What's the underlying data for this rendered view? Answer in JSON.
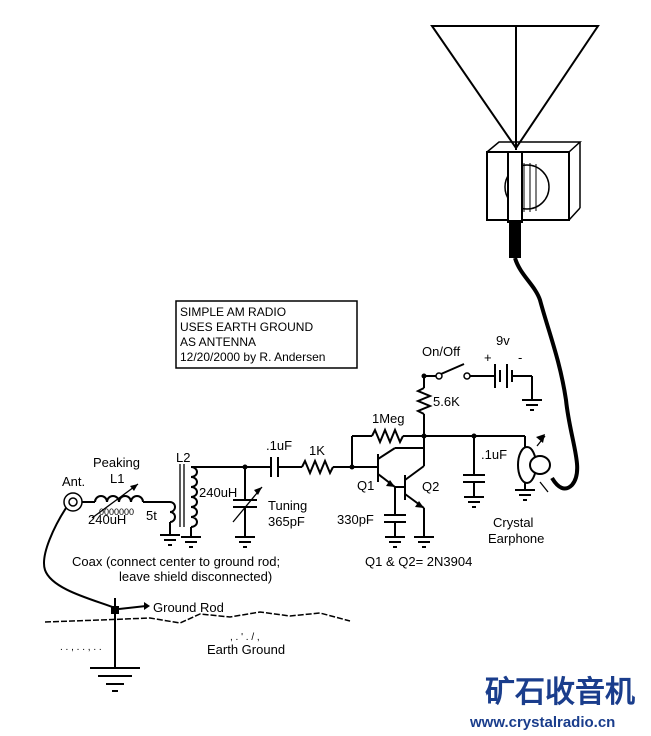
{
  "title_box": {
    "line1": "SIMPLE AM RADIO",
    "line2": "USES EARTH GROUND",
    "line3": "AS ANTENNA",
    "line4": "12/20/2000 by R. Andersen"
  },
  "labels": {
    "ant": "Ant.",
    "peaking": "Peaking",
    "l1": "L1",
    "l1_value": "240uH",
    "l2": "L2",
    "l2_value": "240uH",
    "l2_tap": "5t",
    "cap_input": ".1uF",
    "resistor_1k": "1K",
    "tuning": "Tuning",
    "tuning_value": "365pF",
    "r_1meg": "1Meg",
    "r_56k": "5.6K",
    "switch": "On/Off",
    "battery": "9v",
    "battery_plus": "+",
    "battery_minus": "-",
    "q1": "Q1",
    "q2": "Q2",
    "cap_330": "330pF",
    "cap_output": ".1uF",
    "transistors": "Q1 & Q2= 2N3904",
    "earphone_1": "Crystal",
    "earphone_2": "Earphone",
    "coax_1": "Coax (connect center to ground rod;",
    "coax_2": "leave shield disconnected)",
    "ground_rod": "Ground Rod",
    "earth_ground": "Earth Ground"
  },
  "watermark": {
    "chinese": "矿石收音机",
    "url": "www.crystalradio.cn",
    "color": "#1a3d8c"
  },
  "icons": [
    "antenna-icon",
    "inductor-icon",
    "transformer-icon",
    "capacitor-icon",
    "variable-capacitor-icon",
    "resistor-icon",
    "transistor-icon",
    "switch-icon",
    "battery-icon",
    "ground-icon",
    "earphone-icon"
  ]
}
